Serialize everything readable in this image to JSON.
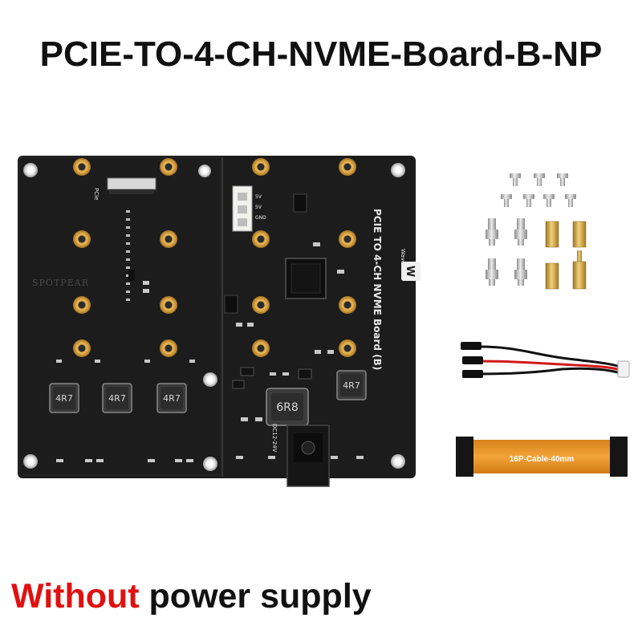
{
  "page": {
    "title": "PCIE-TO-4-CH-NVME-Board-B-NP",
    "footer_highlight": "Without",
    "footer_rest": " power supply"
  },
  "board": {
    "silkscreen_name": "PCIE TO 4-CH NVME Board (B)",
    "brand": "Waveshare",
    "watermark": "SPOTPEAR",
    "pcie_label": "PCIe",
    "inductor_small": "4R7",
    "inductor_large": "6R8",
    "dc_label": "DC12-24V",
    "pin_labels": [
      "5V",
      "5V",
      "GND"
    ]
  },
  "accessories": {
    "ribbon_cable_label": "16P-Cable-40mm"
  },
  "colors": {
    "pcb": "#1b1b1b",
    "footer_accent": "#e11010",
    "ribbon": "#e8931f",
    "gold": "#d9a441",
    "brass": "#caa24a"
  }
}
